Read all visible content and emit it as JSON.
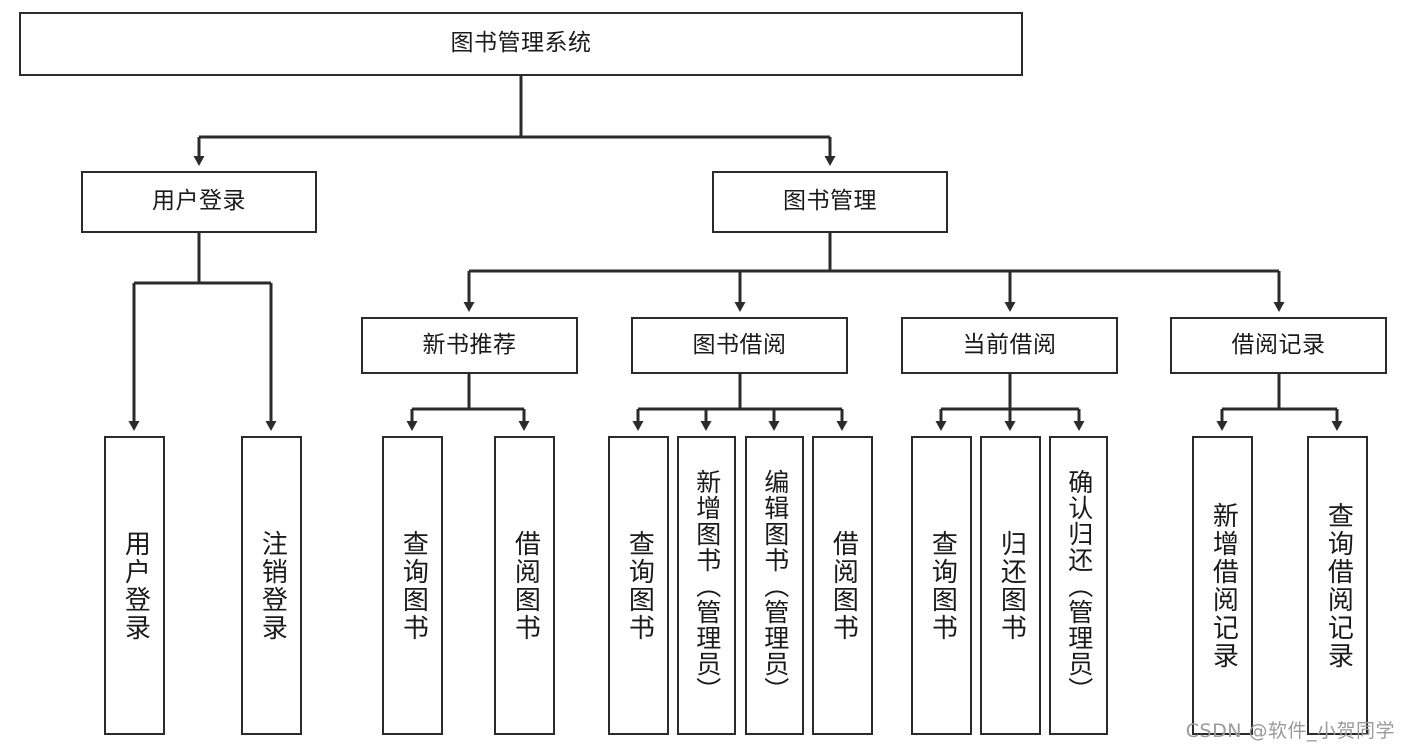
{
  "diagram": {
    "title": "图书管理系统",
    "type": "hierarchy-tree",
    "levels": [
      {
        "level": 1,
        "nodes": [
          {
            "id": "root",
            "label": "图书管理系统"
          }
        ]
      },
      {
        "level": 2,
        "nodes": [
          {
            "id": "user-login",
            "label": "用户登录"
          },
          {
            "id": "book-manage",
            "label": "图书管理"
          }
        ]
      },
      {
        "level": 3,
        "nodes": [
          {
            "id": "new-book-rec",
            "label": "新书推荐"
          },
          {
            "id": "book-borrow",
            "label": "图书借阅"
          },
          {
            "id": "current-borrow",
            "label": "当前借阅"
          },
          {
            "id": "borrow-record",
            "label": "借阅记录"
          }
        ]
      },
      {
        "level": 4,
        "nodes": [
          {
            "id": "leaf-user-login",
            "label": "用户登录",
            "parent": "user-login"
          },
          {
            "id": "leaf-user-logout",
            "label": "注销登录",
            "parent": "user-login"
          },
          {
            "id": "leaf-query-book-1",
            "label": "查询图书",
            "parent": "new-book-rec"
          },
          {
            "id": "leaf-borrow-book-1",
            "label": "借阅图书",
            "parent": "new-book-rec"
          },
          {
            "id": "leaf-query-book-2",
            "label": "查询图书",
            "parent": "book-borrow"
          },
          {
            "id": "leaf-add-book",
            "label": "新增图书（管理员）",
            "parent": "book-borrow"
          },
          {
            "id": "leaf-edit-book",
            "label": "编辑图书（管理员）",
            "parent": "book-borrow"
          },
          {
            "id": "leaf-borrow-book-2",
            "label": "借阅图书",
            "parent": "book-borrow"
          },
          {
            "id": "leaf-query-book-3",
            "label": "查询图书",
            "parent": "current-borrow"
          },
          {
            "id": "leaf-return-book",
            "label": "归还图书",
            "parent": "current-borrow"
          },
          {
            "id": "leaf-confirm-return",
            "label": "确认归还（管理员）",
            "parent": "current-borrow"
          },
          {
            "id": "leaf-add-record",
            "label": "新增借阅记录",
            "parent": "borrow-record"
          },
          {
            "id": "leaf-query-record",
            "label": "查询借阅记录",
            "parent": "borrow-record"
          }
        ]
      }
    ]
  },
  "watermark": {
    "text": "CSDN @软件_小贺同学"
  },
  "colors": {
    "border": "#2b2b2b",
    "text": "#1a1a1a",
    "background": "#ffffff",
    "watermark": "#9a9a9a"
  }
}
